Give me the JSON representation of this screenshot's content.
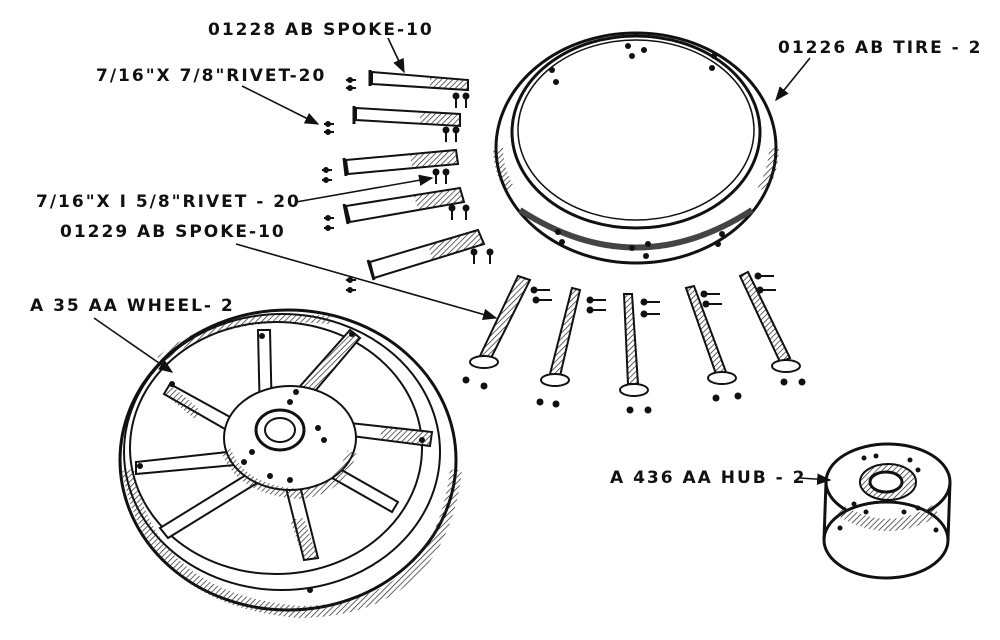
{
  "labels": {
    "spoke_01228": "01228 AB  SPOKE-10",
    "rivet_short": "7/16\"X 7/8\"RIVET-20",
    "tire": "01226 AB TIRE - 2",
    "rivet_long": "7/16\"X I 5/8\"RIVET - 20",
    "spoke_01229": "01229 AB  SPOKE-10",
    "wheel": "A 35 AA WHEEL- 2",
    "hub": "A 436 AA HUB - 2"
  },
  "colors": {
    "ink": "#111111",
    "paper": "#ffffff",
    "shade": "#555555"
  }
}
